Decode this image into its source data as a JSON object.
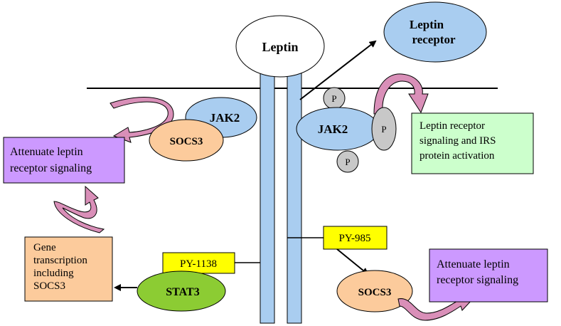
{
  "labels": {
    "leptin": "Leptin",
    "leptin_receptor": [
      "Leptin",
      "receptor"
    ],
    "jak2_left": "JAK2",
    "socs3_left": "SOCS3",
    "jak2_right": "JAK2",
    "phospho": "P",
    "attenuate_left": [
      "Attenuate leptin",
      "receptor signaling"
    ],
    "leptin_signaling_box": [
      "Leptin receptor",
      "signaling and IRS",
      "protein activation"
    ],
    "gene_transcription": [
      "Gene",
      "transcription",
      "including",
      "SOCS3"
    ],
    "py1138": "PY-1138",
    "py985": "PY-985",
    "stat3": "STAT3",
    "socs3_right": "SOCS3",
    "attenuate_right": [
      "Attenuate leptin",
      "receptor signaling"
    ]
  },
  "colors": {
    "receptor_bar": "#a9cdf0",
    "jak2": "#a9cdf0",
    "socs3": "#fccb9c",
    "phospho": "#c8c8c8",
    "lavender_box": "#cc99ff",
    "green_box": "#ccffcc",
    "orange_box": "#fccb9c",
    "yellow_tag": "#ffff00",
    "stat3": "#8ccc33",
    "curved_arrow": "#d98fb8"
  }
}
